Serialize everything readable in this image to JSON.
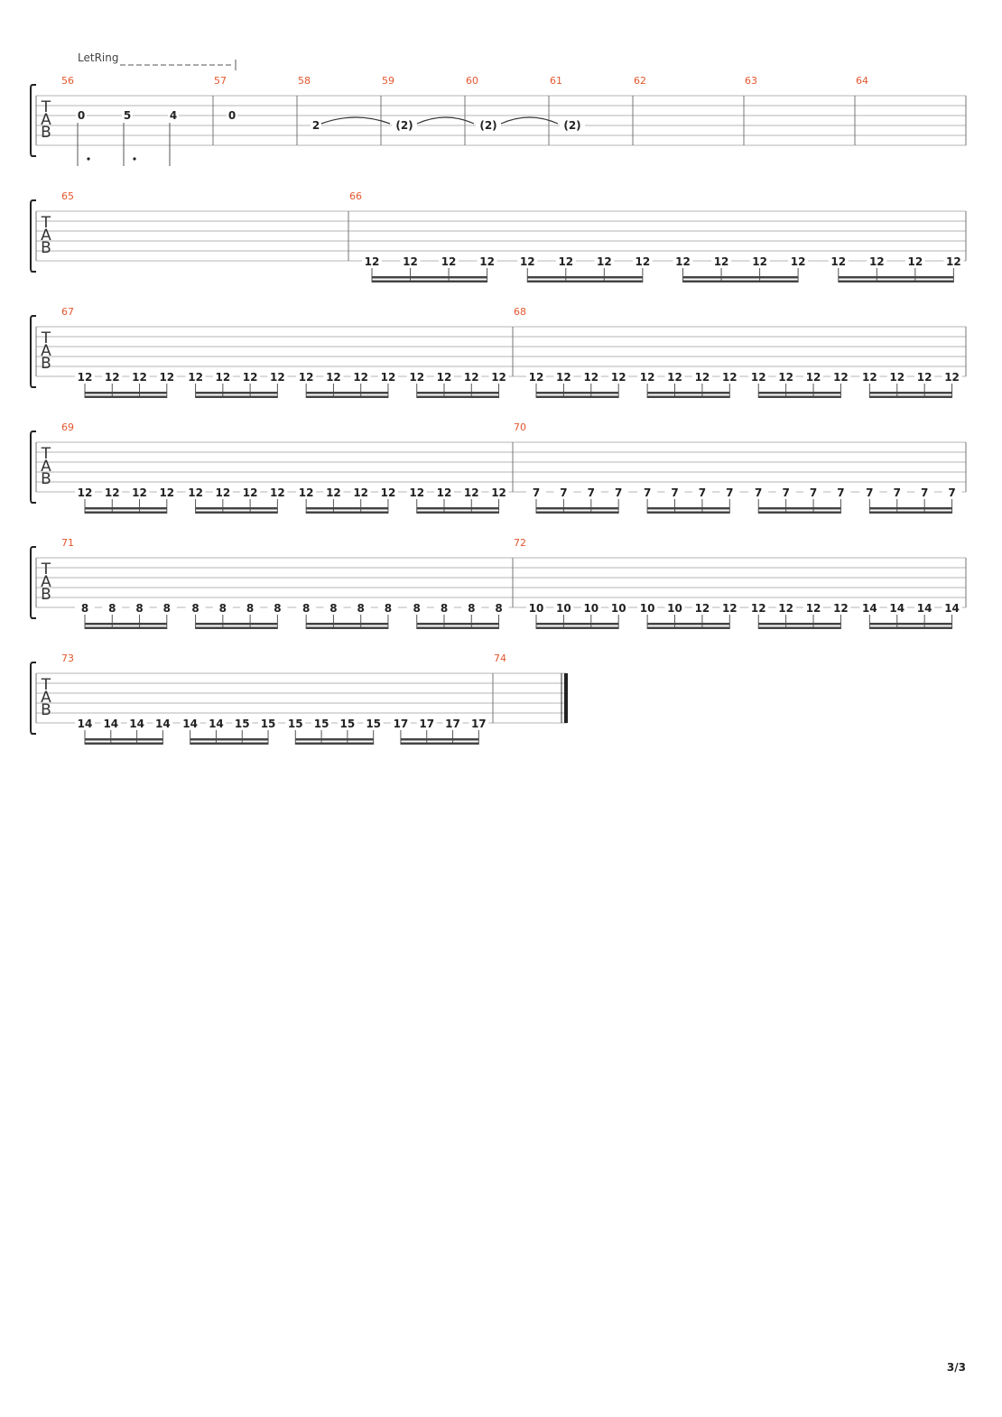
{
  "document": {
    "page_number": "3/3",
    "tab_clef_letters": [
      "T",
      "A",
      "B"
    ]
  },
  "let_ring_label": "LetRing",
  "systems": [
    {
      "measures": [
        {
          "number": "56",
          "notes": [
            {
              "fret": "0",
              "string": 2,
              "stem": "long",
              "dot": true
            },
            {
              "fret": "5",
              "string": 2,
              "stem": "long",
              "dot": true
            },
            {
              "fret": "4",
              "string": 2,
              "stem": "long",
              "dot": false
            }
          ]
        },
        {
          "number": "57",
          "notes": [
            {
              "fret": "0",
              "string": 2,
              "stem": "none"
            }
          ]
        },
        {
          "number": "58",
          "notes": [
            {
              "fret": "2",
              "string": 3,
              "stem": "none",
              "tie": true
            }
          ]
        },
        {
          "number": "59",
          "notes": [
            {
              "fret": "(2)",
              "string": 3,
              "stem": "none",
              "tie": true
            }
          ]
        },
        {
          "number": "60",
          "notes": [
            {
              "fret": "(2)",
              "string": 3,
              "stem": "none",
              "tie": true
            }
          ]
        },
        {
          "number": "61",
          "notes": [
            {
              "fret": "(2)",
              "string": 3,
              "stem": "none"
            }
          ]
        },
        {
          "number": "62",
          "notes": []
        },
        {
          "number": "63",
          "notes": []
        },
        {
          "number": "64",
          "notes": []
        }
      ]
    },
    {
      "measures": [
        {
          "number": "65",
          "groups": []
        },
        {
          "number": "66",
          "groups": [
            [
              "12",
              "12",
              "12",
              "12"
            ],
            [
              "12",
              "12",
              "12",
              "12"
            ],
            [
              "12",
              "12",
              "12",
              "12"
            ],
            [
              "12",
              "12",
              "12",
              "12"
            ]
          ]
        }
      ]
    },
    {
      "measures": [
        {
          "number": "67",
          "groups": [
            [
              "12",
              "12",
              "12",
              "12"
            ],
            [
              "12",
              "12",
              "12",
              "12"
            ],
            [
              "12",
              "12",
              "12",
              "12"
            ],
            [
              "12",
              "12",
              "12",
              "12"
            ]
          ]
        },
        {
          "number": "68",
          "groups": [
            [
              "12",
              "12",
              "12",
              "12"
            ],
            [
              "12",
              "12",
              "12",
              "12"
            ],
            [
              "12",
              "12",
              "12",
              "12"
            ],
            [
              "12",
              "12",
              "12",
              "12"
            ]
          ]
        }
      ]
    },
    {
      "measures": [
        {
          "number": "69",
          "groups": [
            [
              "12",
              "12",
              "12",
              "12"
            ],
            [
              "12",
              "12",
              "12",
              "12"
            ],
            [
              "12",
              "12",
              "12",
              "12"
            ],
            [
              "12",
              "12",
              "12",
              "12"
            ]
          ]
        },
        {
          "number": "70",
          "groups": [
            [
              "7",
              "7",
              "7",
              "7"
            ],
            [
              "7",
              "7",
              "7",
              "7"
            ],
            [
              "7",
              "7",
              "7",
              "7"
            ],
            [
              "7",
              "7",
              "7",
              "7"
            ]
          ]
        }
      ]
    },
    {
      "measures": [
        {
          "number": "71",
          "groups": [
            [
              "8",
              "8",
              "8",
              "8"
            ],
            [
              "8",
              "8",
              "8",
              "8"
            ],
            [
              "8",
              "8",
              "8",
              "8"
            ],
            [
              "8",
              "8",
              "8",
              "8"
            ]
          ]
        },
        {
          "number": "72",
          "groups": [
            [
              "10",
              "10",
              "10",
              "10"
            ],
            [
              "10",
              "10",
              "12",
              "12"
            ],
            [
              "12",
              "12",
              "12",
              "12"
            ],
            [
              "14",
              "14",
              "14",
              "14"
            ]
          ]
        }
      ]
    },
    {
      "measures": [
        {
          "number": "73",
          "groups": [
            [
              "14",
              "14",
              "14",
              "14"
            ],
            [
              "14",
              "14",
              "15",
              "15"
            ],
            [
              "15",
              "15",
              "15",
              "15"
            ],
            [
              "17",
              "17",
              "17",
              "17"
            ]
          ]
        },
        {
          "number": "74",
          "groups": [],
          "final": true
        }
      ]
    }
  ]
}
